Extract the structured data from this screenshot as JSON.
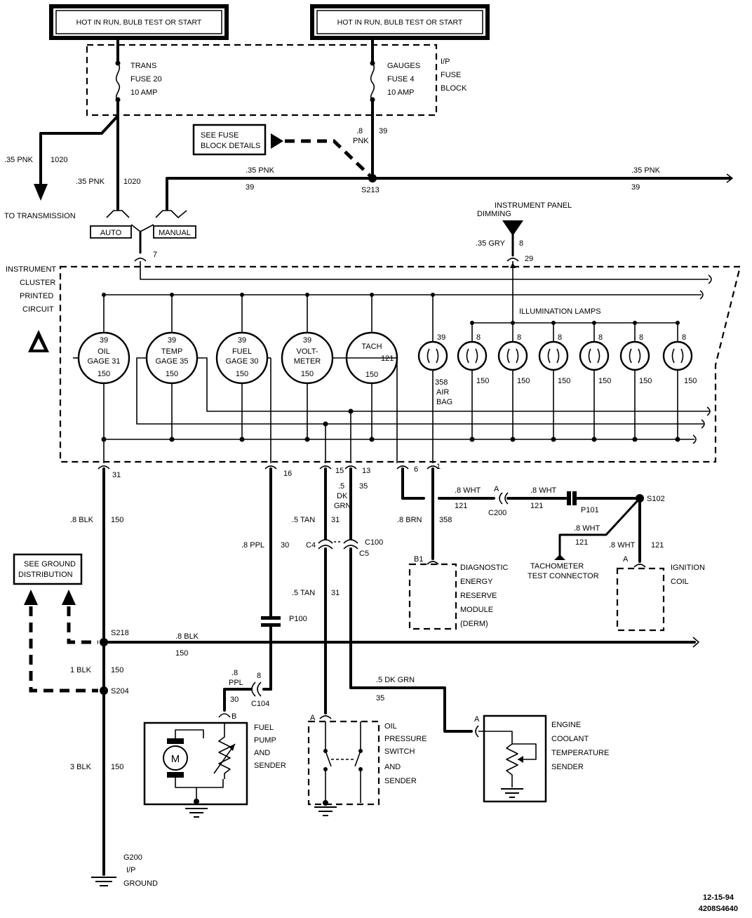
{
  "power": [
    {
      "id": "left",
      "text": "HOT IN RUN, BULB TEST OR START"
    },
    {
      "id": "right",
      "text": "HOT IN RUN, BULB TEST OR START"
    }
  ],
  "fuse_block": {
    "label": [
      "I/P",
      "FUSE",
      "BLOCK"
    ]
  },
  "fuses": [
    {
      "id": "trans",
      "name": "TRANS",
      "fuse": "FUSE 20",
      "rating": "10 AMP"
    },
    {
      "id": "gauges",
      "name": "GAUGES",
      "fuse": "FUSE 4",
      "rating": "10 AMP"
    }
  ],
  "see_fuse": [
    "SEE FUSE",
    "BLOCK DETAILS"
  ],
  "wires": {
    "w1020_out_gauge": ".35 PNK",
    "w1020_out_circ": "1020",
    "w1020_main_gauge": ".35 PNK",
    "w1020_main_circ": "1020",
    "w39_fuse_gauge": ".8",
    "w39_fuse_color": "PNK",
    "w39_fuse_circ": "39",
    "w39_bus_l_gauge": ".35 PNK",
    "w39_bus_l_circ": "39",
    "w39_bus_r_gauge": ".35 PNK",
    "w39_bus_r_circ": "39",
    "dim_gauge": ".35 GRY",
    "dim_circ": "8",
    "blk150_a_gauge": ".8 BLK",
    "blk150_a_circ": "150",
    "ppl30_gauge": ".8 PPL",
    "ppl30_circ": "30",
    "tan31_a_gauge": ".5 TAN",
    "tan31_a_circ": "31",
    "tan31_b_gauge": ".5 TAN",
    "tan31_b_circ": "31",
    "dkgrn35_gauge": ".5",
    "dkgrn35_color": "DK",
    "dkgrn35_color2": "GRN",
    "dkgrn35_circ": "35",
    "brn358_gauge": ".8 BRN",
    "brn358_circ": "358",
    "wht121_a_gauge": ".8 WHT",
    "wht121_a_circ": "121",
    "wht121_b_gauge": ".8 WHT",
    "wht121_b_circ": "121",
    "wht121_c_gauge": ".8 WHT",
    "wht121_c_circ": "121",
    "wht121_d_gauge": ".8 WHT",
    "wht121_d_circ": "121",
    "wht121_e_circ": "121",
    "blk150_bus_gauge": ".8 BLK",
    "blk150_bus_circ": "150",
    "blk150_b_gauge": "1 BLK",
    "blk150_b_circ": "150",
    "blk150_c_gauge": "3 BLK",
    "blk150_c_circ": "150",
    "ppl30_b_gauge": ".8",
    "ppl30_b_color": "PPL",
    "ppl30_b_circ": "30",
    "dkgrn35_b_gauge": ".5 DK GRN",
    "dkgrn35_b_circ": "35"
  },
  "splices": {
    "s213": "S213",
    "s102": "S102",
    "s218": "S218",
    "s204": "S204"
  },
  "to_transmission": "TO TRANSMISSION",
  "auto_label": "AUTO",
  "manual_label": "MANUAL",
  "ip_dimming": [
    "INSTRUMENT PANEL",
    "DIMMING"
  ],
  "cluster_label": [
    "INSTRUMENT",
    "CLUSTER",
    "PRINTED",
    "CIRCUIT"
  ],
  "illum_label": "ILLUMINATION LAMPS",
  "gauges": [
    {
      "id": "oil",
      "top": "39",
      "l1": "OIL",
      "l2": "GAGE 31",
      "bot": "150"
    },
    {
      "id": "temp",
      "top": "39",
      "l1": "TEMP",
      "l2": "GAGE 35",
      "bot": "150"
    },
    {
      "id": "fuel",
      "top": "39",
      "l1": "FUEL",
      "l2": "GAGE 30",
      "bot": "150"
    },
    {
      "id": "volt",
      "top": "39",
      "l1": "VOLT-",
      "l2": "METER",
      "bot": "150"
    },
    {
      "id": "tach",
      "top": "",
      "l1": "TACH",
      "l2": "121",
      "bot": "150"
    }
  ],
  "airbag": {
    "top": "39",
    "bot": "358",
    "l1": "AIR",
    "l2": "BAG"
  },
  "lamps": [
    {
      "top": "8",
      "bot": "150"
    },
    {
      "top": "8",
      "bot": "150"
    },
    {
      "top": "8",
      "bot": "150"
    },
    {
      "top": "8",
      "bot": "150"
    },
    {
      "top": "8",
      "bot": "150"
    },
    {
      "top": "8",
      "bot": "150"
    }
  ],
  "pins": {
    "p7": "7",
    "p29": "29",
    "p31": "31",
    "p16": "16",
    "p15": "15",
    "p13": "13",
    "p6": "6",
    "p1": "1"
  },
  "connectors": {
    "c200": "C200",
    "c200_pin": "A",
    "p101": "P101",
    "c4": "C4",
    "c5": "C5",
    "c100": "C100",
    "p100": "P100",
    "c104": "C104",
    "c104_pin": "8",
    "derm_pin": "B1",
    "ign_pin": "A",
    "fpump_pin": "B",
    "oil_pin": "A",
    "ect_pin": "A"
  },
  "components": {
    "derm": [
      "DIAGNOSTIC",
      "ENERGY",
      "RESERVE",
      "MODULE",
      "(DERM)"
    ],
    "tach_test": [
      "TACHOMETER",
      "TEST CONNECTOR"
    ],
    "ignition": [
      "IGNITION",
      "COIL"
    ],
    "fuel_pump": [
      "FUEL",
      "PUMP",
      "AND",
      "SENDER"
    ],
    "motor": "M",
    "oil_switch": [
      "OIL",
      "PRESSURE",
      "SWITCH",
      "AND",
      "SENDER"
    ],
    "ect": [
      "ENGINE",
      "COOLANT",
      "TEMPERATURE",
      "SENDER"
    ]
  },
  "see_ground": [
    "SEE GROUND",
    "DISTRIBUTION"
  ],
  "ground": [
    "G200",
    "I/P",
    "GROUND"
  ],
  "footer": {
    "date": "12-15-94",
    "code": "4208S4640"
  }
}
